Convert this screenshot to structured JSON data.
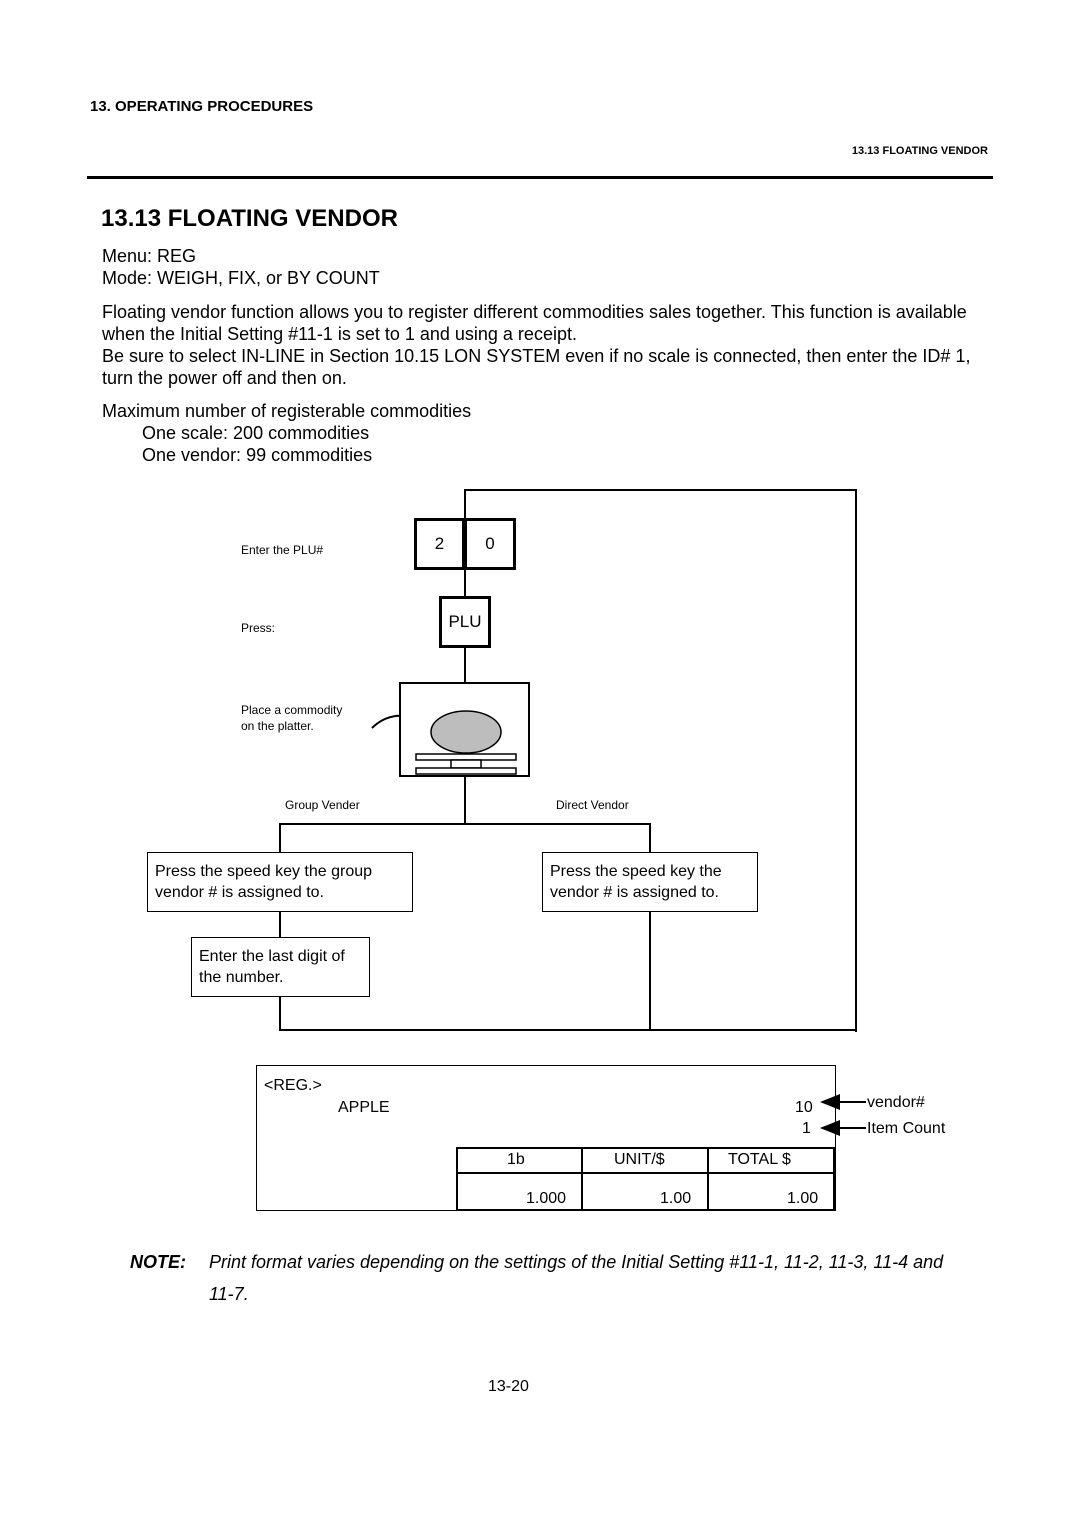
{
  "header": {
    "chapter": "13.  OPERATING PROCEDURES",
    "section_ref": "13.13 FLOATING VENDOR"
  },
  "title": "13.13  FLOATING VENDOR",
  "menu_line": "Menu:  REG",
  "mode_line": "Mode:  WEIGH, FIX, or BY COUNT",
  "paragraph1": "Floating vendor function allows you to register different commodities sales together.   This function is available when the Initial Setting #11-1 is set to 1 and using a receipt.",
  "paragraph2": "Be sure to select IN-LINE in Section 10.15 LON SYSTEM even if no scale is connected, then enter the ID# 1, turn the power off and then on.",
  "max_heading": "Maximum number of registerable commodities",
  "max_scale": "One scale:   200 commodities",
  "max_vendor": "One vendor:   99 commodities",
  "diagram": {
    "enter_plu_label": "Enter the PLU#",
    "key_digit_1": "2",
    "key_digit_2": "0",
    "press_label": "Press:",
    "plu_key": "PLU",
    "place_label_1": "Place a commodity",
    "place_label_2": "on the platter.",
    "group_vender_label": "Group Vender",
    "direct_vendor_label": "Direct Vendor",
    "group_instr_1": "Press the speed key the group",
    "group_instr_2": "vendor # is assigned to.",
    "direct_instr_1": "Press the speed key the",
    "direct_instr_2": "vendor # is assigned to.",
    "last_digit_1": "Enter the last digit of",
    "last_digit_2": "the number."
  },
  "receipt": {
    "mode": "<REG.>",
    "item": "APPLE",
    "vendor_no": "10",
    "item_count": "1",
    "vendor_callout": "vendor#",
    "count_callout": "Item Count",
    "col_weight": "1b",
    "col_unit": "UNIT/$",
    "col_total": "TOTAL  $",
    "val_weight": "1.000",
    "val_unit": "1.00",
    "val_total": "1.00"
  },
  "note_label": "NOTE:",
  "note_text": "Print format varies depending on the settings of the Initial Setting #11-1, 11-2, 11-3, 11-4 and 11-7.",
  "page_number": "13-20"
}
